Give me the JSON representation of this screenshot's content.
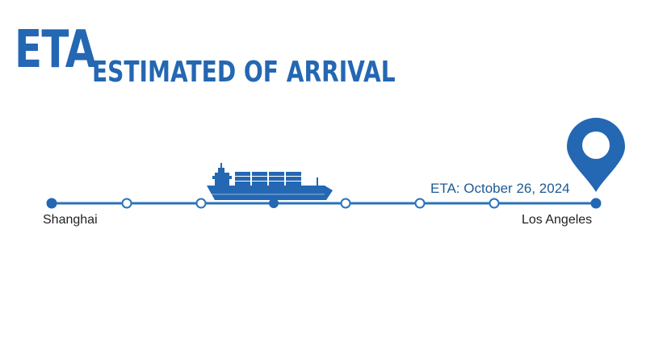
{
  "title": {
    "main": "ETA",
    "subtitle": "ESTIMATED OF ARRIVAL"
  },
  "route": {
    "origin": "Shanghai",
    "destination": "Los Angeles",
    "eta_text": "ETA: October 26, 2024"
  },
  "icons": [
    "cargo-ship-icon",
    "map-pin-icon"
  ],
  "colors": {
    "accent": "#2467b3",
    "accent_dark": "#1e5a94",
    "line": "#2a73b8"
  }
}
